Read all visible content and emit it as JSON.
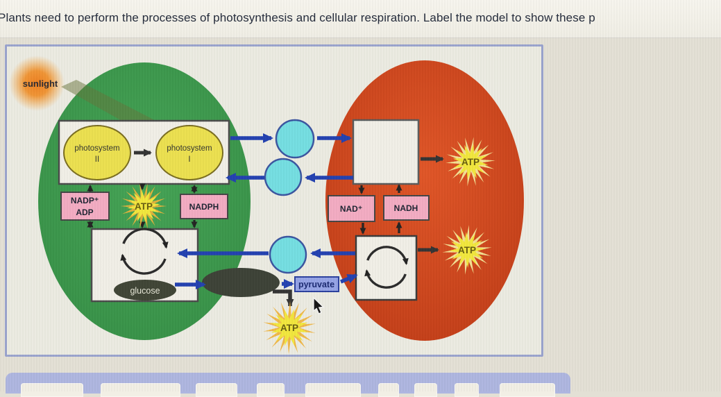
{
  "header": {
    "instruction": "Plants need to perform the processes of photosynthesis and cellular respiration. Label the model to show these p"
  },
  "labels": {
    "sunlight": "sunlight",
    "photosystem": "photosystem",
    "ps2_numeral": "II",
    "ps1_numeral": "I",
    "nadp_plus": "NADP⁺",
    "adp": "ADP",
    "atp": "ATP",
    "nadph": "NADPH",
    "glucose": "glucose",
    "pyruvate": "pyruvate",
    "nad_plus": "NAD⁺",
    "nadh": "NADH"
  },
  "word_bank": {
    "tile_count": 9
  },
  "colors": {
    "chloroplast_green": "#3a9a4c",
    "mitochondrion_red": "#cf4319",
    "molecule_cyan": "#74dee2",
    "label_pink": "#f3abc2",
    "atp_yellow": "#f2e73c",
    "arrow_blue": "#2240b0",
    "panel_border_blue": "#9aa3ce",
    "tray_periwinkle": "#aeb6e0",
    "pyruvate_tile_blue": "#95a3e6",
    "sun_orange": "#ef8a25"
  }
}
